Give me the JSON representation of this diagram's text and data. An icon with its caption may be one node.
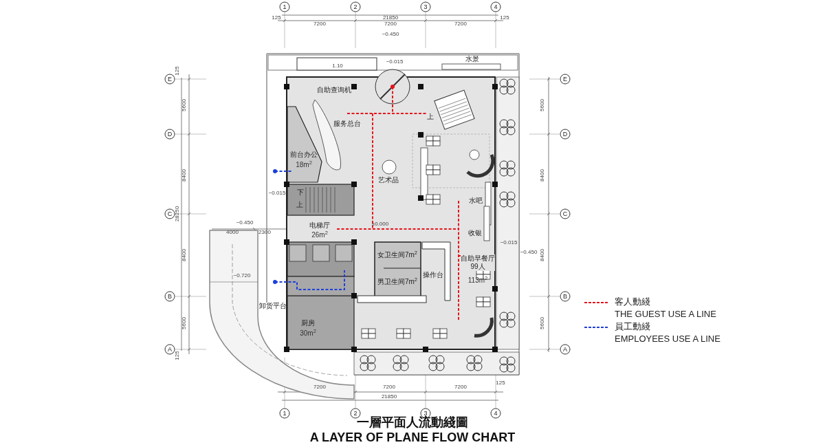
{
  "diagram": {
    "title": "一層平面人流動綫圖",
    "caption": "A LAYER OF PLANE FLOW CHART",
    "labels": [
      "1",
      "2",
      "3",
      "4",
      "125",
      "21850",
      "125",
      "7200",
      "7200",
      "7200",
      "−0.450",
      "1.10",
      "−0.015",
      "水景",
      "E",
      "E",
      "125",
      "5600",
      "5600",
      "自助查询机",
      "服务总台",
      "上",
      "D",
      "D",
      "前台办公",
      "18m$^{2}$",
      "8400",
      "8400",
      "艺术品",
      "水吧",
      "下",
      "上",
      "C",
      "C",
      "28250",
      "−0.015",
      "−0.450",
      "电梯厅",
      "26m$^{2}$",
      "±0.000",
      "收银",
      "4000",
      "2300",
      "−0.015",
      "−0.450",
      "8400",
      "8400",
      "女卫生间7m$^{2}$",
      "自助早餐厅99人",
      "操作台",
      "113m$^{2}$",
      "−0.720",
      "男卫生间7m$^{2}$",
      "B",
      "B",
      "卸货平台",
      "厨房",
      "30m$^{2}$",
      "5600",
      "5600",
      "A",
      "A",
      "125",
      "7200",
      "7200",
      "7200",
      "125",
      "21850",
      "1",
      "2",
      "3",
      "4"
    ],
    "legend": [
      {
        "text": "客人動綫"
      },
      {
        "text": "THE GUEST USE A LINE"
      },
      {
        "text": "員工動綫"
      },
      {
        "text": "EMPLOYEES USE A LINE"
      }
    ]
  }
}
